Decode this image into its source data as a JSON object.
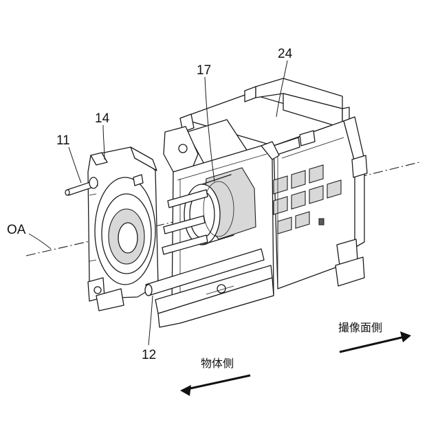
{
  "labels": {
    "ref_24": "24",
    "ref_17": "17",
    "ref_14": "14",
    "ref_11": "11",
    "ref_12": "12",
    "optical_axis": "OA",
    "image_side": "撮像面側",
    "object_side": "物体側"
  }
}
